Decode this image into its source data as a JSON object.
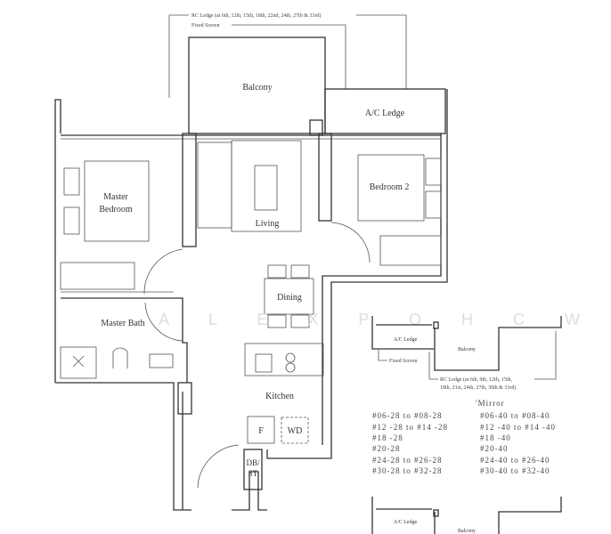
{
  "annotations": {
    "rc_ledge_main": "RC Ledge (at 6th, 12th, 15th, 18th, 22nd, 24th, 27th & 33rd)",
    "fixed_screen": "Fixed Screen"
  },
  "rooms": {
    "balcony": "Balcony",
    "ac_ledge": "A/C Ledge",
    "master_bedroom_1": "Master",
    "master_bedroom_2": "Bedroom",
    "living": "Living",
    "bedroom2": "Bedroom 2",
    "dining": "Dining",
    "master_bath": "Master Bath",
    "kitchen": "Kitchen",
    "fridge": "F",
    "washer_dryer": "WD",
    "db_st_1": "DB/",
    "db_st_2": "ST"
  },
  "watermark": "A L E X   P O H   C W",
  "inset": {
    "ac_ledge": "A/C Ledge",
    "balcony": "Balcony",
    "fixed_screen": "Fixed Screen",
    "rc_ledge_line1": "RC Ledge (at 6th, 9th, 12th, 15th,",
    "rc_ledge_line2": "18th, 21st, 24th, 27th, 30th & 33rd)",
    "mirror_label": "'Mirror",
    "units_left": [
      "#06-28 to #08-28",
      "#12 -28 to #14 -28",
      "#18 -28",
      "#20-28",
      "#24-28 to #26-28",
      "#30-28 to #32-28"
    ],
    "units_right": [
      "#06-40 to #08-40",
      "#12 -40 to #14 -40",
      "#18 -40",
      "#20-40",
      "#24-40 to #26-40",
      "#30-40 to #32-40"
    ]
  }
}
